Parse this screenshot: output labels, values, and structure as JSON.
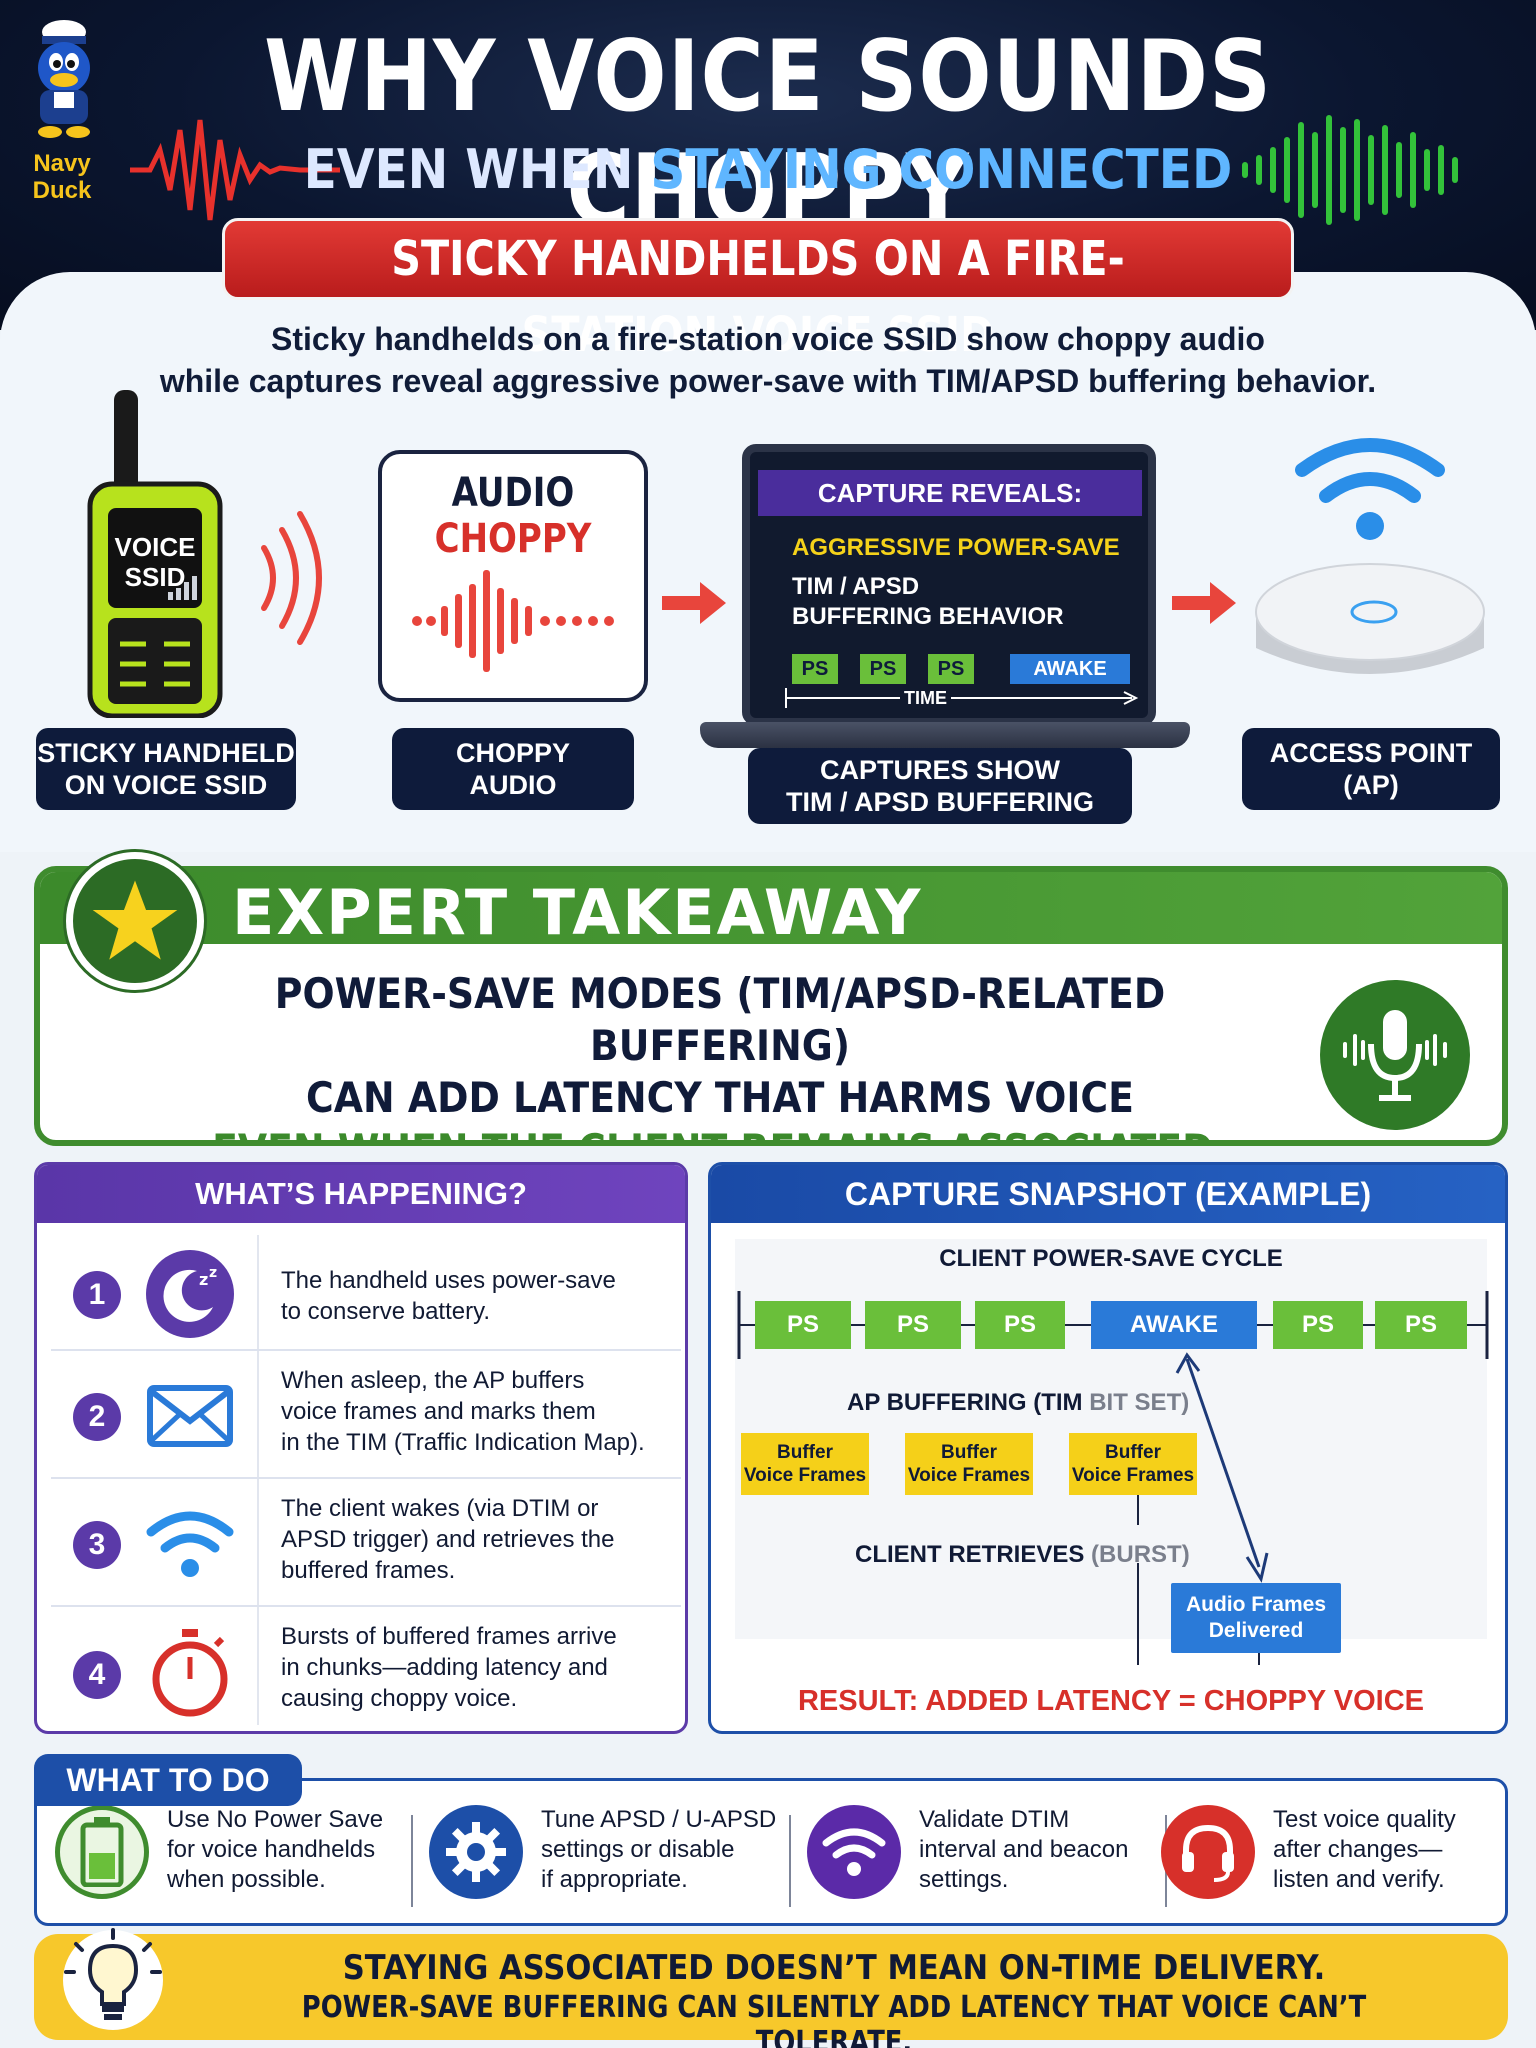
{
  "header": {
    "logo_text": "Navy\nDuck",
    "title": "WHY VOICE SOUNDS CHOPPY",
    "subtitle_part1": "EVEN WHEN ",
    "subtitle_part2": "STAYING CONNECTED",
    "banner": "STICKY HANDHELDS ON A FIRE-STATION VOICE SSID",
    "colors": {
      "bg": "#0b1630",
      "banner": "#d32f2f",
      "subtitle_accent": "#5fb6ff"
    }
  },
  "intro": {
    "line1": "Sticky handhelds on a fire-station voice SSID show choppy audio",
    "line2": "while captures reveal aggressive power-save with TIM/APSD buffering behavior."
  },
  "flow": {
    "radio_screen_l1": "VOICE",
    "radio_screen_l2": "SSID",
    "radio_label": "STICKY HANDHELD\nON VOICE SSID",
    "audio_card_l1": "AUDIO",
    "audio_card_l2": "CHOPPY",
    "audio_label": "CHOPPY\nAUDIO",
    "laptop_head": "CAPTURE REVEALS:",
    "laptop_l1": "AGGRESSIVE POWER-SAVE",
    "laptop_l2": "TIM / APSD\nBUFFERING BEHAVIOR",
    "mini_segments": [
      "PS",
      "PS",
      "PS"
    ],
    "mini_awake": "AWAKE",
    "mini_time": "TIME",
    "laptop_label": "CAPTURES SHOW\nTIM / APSD BUFFERING",
    "ap_label": "ACCESS POINT\n(AP)"
  },
  "expert": {
    "title": "EXPERT TAKEAWAY",
    "line1": "POWER-SAVE MODES (TIM/APSD-RELATED BUFFERING)",
    "line2": "CAN ADD LATENCY THAT HARMS VOICE",
    "line3": "EVEN WHEN THE CLIENT REMAINS ASSOCIATED."
  },
  "happening": {
    "title": "WHAT’S HAPPENING?",
    "steps": [
      {
        "num": "1",
        "icon": "moon-sleep-icon",
        "text": "The handheld uses power-save\nto conserve battery."
      },
      {
        "num": "2",
        "icon": "envelope-icon",
        "text": "When asleep, the AP buffers\nvoice frames and marks them\nin the TIM (Traffic Indication Map)."
      },
      {
        "num": "3",
        "icon": "wifi-icon",
        "text": "The client wakes (via DTIM or\nAPSD trigger) and retrieves the\nbuffered frames."
      },
      {
        "num": "4",
        "icon": "stopwatch-icon",
        "text": "Bursts of buffered frames arrive\nin chunks—adding latency and\ncausing choppy voice."
      }
    ]
  },
  "snapshot": {
    "title": "CAPTURE SNAPSHOT (EXAMPLE)",
    "cycle_title": "CLIENT POWER-SAVE CYCLE",
    "segments": [
      "PS",
      "PS",
      "PS",
      "AWAKE",
      "PS",
      "PS"
    ],
    "buffering_label": "AP BUFFERING (TIM ",
    "buffering_label_gray": "BIT SET)",
    "buffers": [
      "Buffer\nVoice Frames",
      "Buffer\nVoice Frames",
      "Buffer\nVoice Frames"
    ],
    "retrieves_label": "CLIENT RETRIEVES ",
    "retrieves_label_gray": "(BURST)",
    "delivered": "Audio Frames\nDelivered",
    "result": "RESULT: ADDED LATENCY = CHOPPY VOICE"
  },
  "todo": {
    "title": "WHAT TO DO",
    "items": [
      {
        "icon": "battery-icon",
        "text": "Use No Power Save\nfor voice handhelds\nwhen possible."
      },
      {
        "icon": "gear-icon",
        "text": "Tune APSD / U-APSD\nsettings or disable\nif appropriate."
      },
      {
        "icon": "wifi-icon",
        "text": "Validate DTIM\ninterval and beacon\nsettings."
      },
      {
        "icon": "headset-icon",
        "text": "Test voice quality\nafter changes—\nlisten and verify."
      }
    ]
  },
  "footer": {
    "line1": "STAYING ASSOCIATED DOESN’T MEAN ON-TIME DELIVERY.",
    "line2": "POWER-SAVE BUFFERING CAN SILENTLY ADD LATENCY THAT VOICE CAN’T TOLERATE."
  }
}
